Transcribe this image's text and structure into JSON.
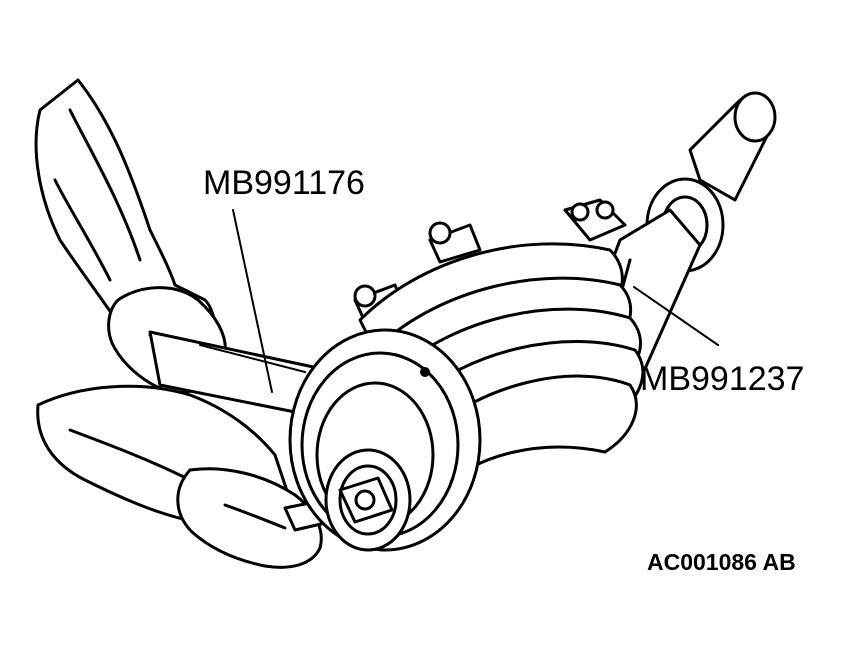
{
  "labels": {
    "tool_1": "MB991176",
    "tool_2": "MB991237",
    "figure_code": "AC001086 AB"
  }
}
